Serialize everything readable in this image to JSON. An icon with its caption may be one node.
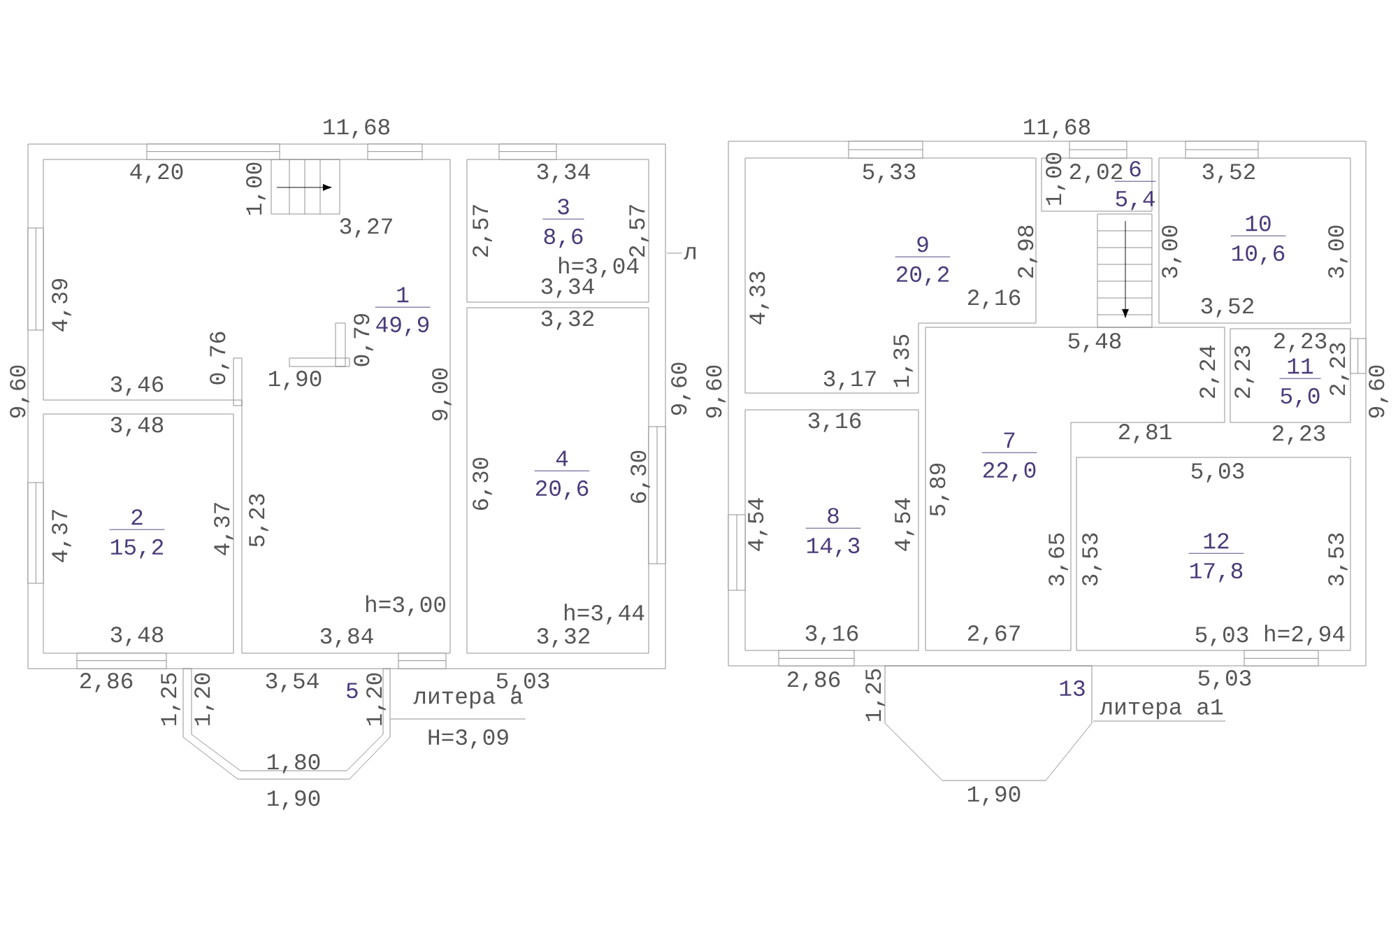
{
  "diagram": {
    "nodes": [
      {
        "text": [
          "1",
          "49,9"
        ]
      },
      {
        "text": [
          "2",
          "15,2"
        ]
      },
      {
        "text": [
          "3",
          "8,6"
        ]
      },
      {
        "text": [
          "4",
          "20,6"
        ]
      },
      {
        "text": [
          "5"
        ]
      },
      {
        "text": [
          "6",
          "5,4"
        ]
      },
      {
        "text": [
          "7",
          "22,0"
        ]
      },
      {
        "text": [
          "8",
          "14,3"
        ]
      },
      {
        "text": [
          "9",
          "20,2"
        ]
      },
      {
        "text": [
          "10",
          "10,6"
        ]
      },
      {
        "text": [
          "11",
          "5,0"
        ]
      },
      {
        "text": [
          "12",
          "17,8"
        ]
      },
      {
        "text": [
          "13"
        ]
      },
      {
        "text": [
          "л"
        ]
      },
      {
        "text": [
          "литера а",
          "H=3,09"
        ]
      },
      {
        "text": [
          "литера а1"
        ]
      }
    ],
    "edges": [
      {
        "from": 13,
        "to": null,
        "arrow": "none"
      },
      {
        "from": 14,
        "to": 4,
        "arrow": "none"
      },
      {
        "from": 15,
        "to": null,
        "arrow": "none"
      }
    ],
    "labels": [
      "11,68",
      "4,20",
      "1,00",
      "3,34",
      "3,27",
      "2,57",
      "2,57",
      "h=3,04",
      "3,34",
      "4,39",
      "3,32",
      "9,60",
      "3,46",
      "0,76",
      "1,90",
      "0,79",
      "9,00",
      "9,60",
      "3,48",
      "6,30",
      "6,30",
      "4,37",
      "4,37",
      "5,23",
      "h=3,00",
      "h=3,44",
      "3,48",
      "3,84",
      "3,32",
      "2,86",
      "1,25",
      "1,20",
      "3,54",
      "1,20",
      "5,03",
      "1,80",
      "1,90",
      "11,68",
      "5,33",
      "1,00",
      "2,02",
      "3,52",
      "2,98",
      "4,33",
      "3,00",
      "3,00",
      "2,16",
      "3,52",
      "1,35",
      "5,48",
      "2,23",
      "9,60",
      "3,17",
      "2,24",
      "2,23",
      "2,23",
      "9,60",
      "3,16",
      "2,81",
      "2,23",
      "5,89",
      "5,03",
      "4,54",
      "4,54",
      "3,65",
      "3,53",
      "3,53",
      "3,16",
      "2,67",
      "5,03",
      "h=2,94",
      "2,86",
      "5,03",
      "1,25",
      "1,90"
    ]
  }
}
